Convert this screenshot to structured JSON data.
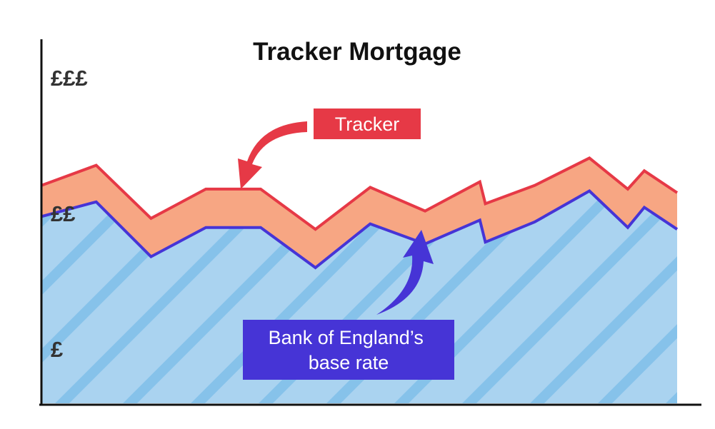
{
  "chart_data": {
    "type": "area",
    "title": "Tracker Mortgage",
    "y_tick_labels": [
      "£££",
      "££",
      "£"
    ],
    "x": [
      0,
      1,
      2,
      3,
      4,
      5,
      6,
      7,
      8,
      8.1,
      9,
      10,
      10.7,
      11,
      11.6
    ],
    "series": [
      {
        "name": "Tracker",
        "values": [
          6.0,
          6.55,
          5.1,
          5.9,
          5.9,
          4.8,
          5.95,
          5.3,
          6.1,
          5.5,
          6.0,
          6.75,
          5.9,
          6.4,
          5.8
        ]
      },
      {
        "name": "Bank of England’s base rate",
        "values": [
          5.15,
          5.55,
          4.05,
          4.85,
          4.85,
          3.75,
          4.95,
          4.4,
          5.05,
          4.45,
          5.0,
          5.85,
          4.85,
          5.4,
          4.8
        ]
      }
    ],
    "ylim": [
      0,
      10
    ],
    "xlim": [
      0,
      11.6
    ],
    "labels": {
      "tracker": "Tracker",
      "base_rate": "Bank of England’s base rate"
    },
    "colors": {
      "tracker_line": "#e63946",
      "tracker_label_bg": "#e63946",
      "tracker_fill": "#f7a683",
      "base_line": "#4634d6",
      "base_label_bg": "#4634d6",
      "base_fill": "#aad3f0",
      "base_stripe": "#86c2ea",
      "axis": "#111111",
      "text": "#111111",
      "label_text": "#ffffff"
    },
    "grid": false,
    "annotations": [
      "tracker-arrow",
      "base-rate-arrow"
    ]
  }
}
